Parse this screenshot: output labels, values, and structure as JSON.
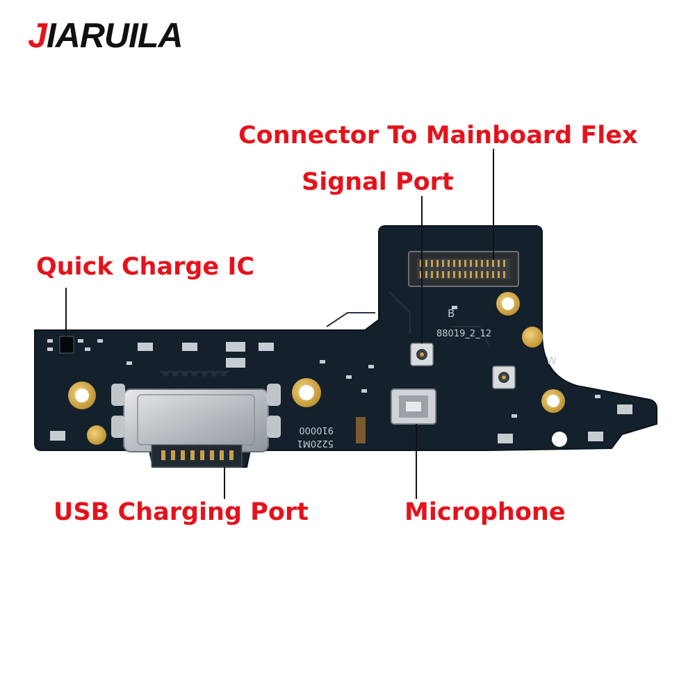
{
  "brand": {
    "first_letter": "J",
    "rest": "IARUILA"
  },
  "labels": {
    "connector": "Connector To Mainboard Flex",
    "signal": "Signal Port",
    "quick_charge": "Quick Charge IC",
    "usb": "USB Charging Port",
    "microphone": "Microphone"
  },
  "silkscreen": {
    "letter_b": "B",
    "code_top": "88019_2_12",
    "letter_w": "W",
    "code_a": "910000",
    "code_b": "5220M1"
  },
  "colors": {
    "label_red": "#e5121b",
    "board": "#14202b",
    "gold": "#d6b14a"
  }
}
